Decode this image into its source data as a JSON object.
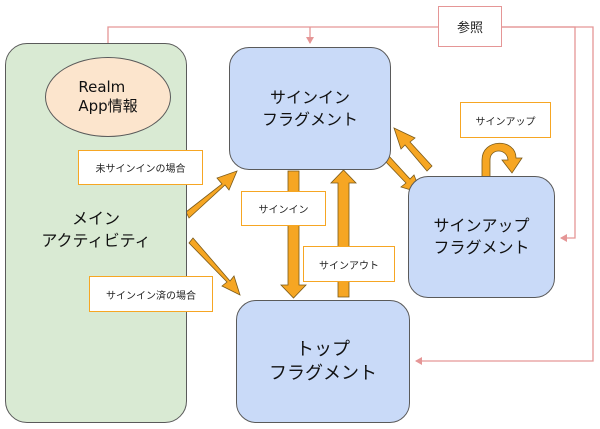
{
  "colors": {
    "main_activity_fill": "#d9ead3",
    "fragment_fill": "#c9daf8",
    "realm_fill": "#fce5cd",
    "flow_arrow": "#f6a623",
    "reference_line": "#e59696",
    "label_border": "#f6a623"
  },
  "nodes": {
    "main_activity": "メイン\nアクティビティ",
    "realm_app_info": "Realm\nApp情報",
    "signin_fragment": "サインイン\nフラグメント",
    "signup_fragment": "サインアップ\nフラグメント",
    "top_fragment": "トップ\nフラグメント"
  },
  "labels": {
    "reference": "参照",
    "not_signed_in": "未サインインの場合",
    "signed_in": "サインイン済の場合",
    "signin": "サインイン",
    "signout": "サインアウト",
    "signup": "サインアップ"
  },
  "edges": [
    {
      "from": "main_activity",
      "to": "signin_fragment",
      "label": "未サインインの場合",
      "style": "flow"
    },
    {
      "from": "main_activity",
      "to": "top_fragment",
      "label": "サインイン済の場合",
      "style": "flow"
    },
    {
      "from": "signin_fragment",
      "to": "top_fragment",
      "label": "サインイン",
      "style": "flow"
    },
    {
      "from": "top_fragment",
      "to": "signin_fragment",
      "label": "サインアウト",
      "style": "flow"
    },
    {
      "from": "signin_fragment",
      "to": "signup_fragment",
      "label": "",
      "style": "flow"
    },
    {
      "from": "signup_fragment",
      "to": "signin_fragment",
      "label": "",
      "style": "flow"
    },
    {
      "from": "signup_fragment",
      "to": "signup_fragment",
      "label": "サインアップ",
      "style": "flow"
    },
    {
      "from": "reference",
      "to": "realm_app_info",
      "label": "参照",
      "style": "reference"
    },
    {
      "from": "reference",
      "to": "signin_fragment",
      "label": "参照",
      "style": "reference"
    },
    {
      "from": "reference",
      "to": "signup_fragment",
      "label": "参照",
      "style": "reference"
    },
    {
      "from": "reference",
      "to": "top_fragment",
      "label": "参照",
      "style": "reference"
    }
  ]
}
